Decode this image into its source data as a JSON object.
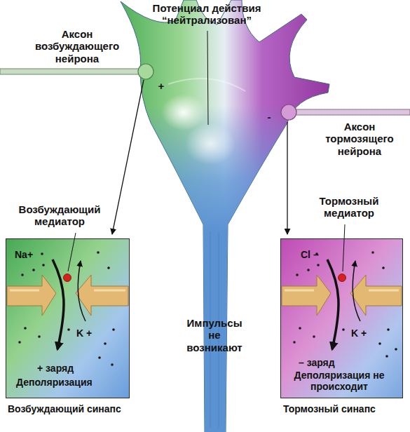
{
  "diagram": {
    "nodes": [
      {
        "text": [
          "Na+",
          "K +",
          "+ заряд",
          "Деполяризация",
          "Возбуждающий синапс"
        ]
      },
      {
        "text": [
          "Cl –",
          "K +",
          "– заряд",
          "Деполяризация не происходит",
          "Тормозный синапс"
        ]
      }
    ],
    "labels": [
      "Потенциал действия “нейтрализован”",
      "Аксон возбуждающего нейрона",
      "+",
      "Аксон тормозящего нейрона",
      "-",
      "Возбуждающий медиатор",
      "Тормозный медиатор",
      "Импульсы не возникают"
    ]
  }
}
